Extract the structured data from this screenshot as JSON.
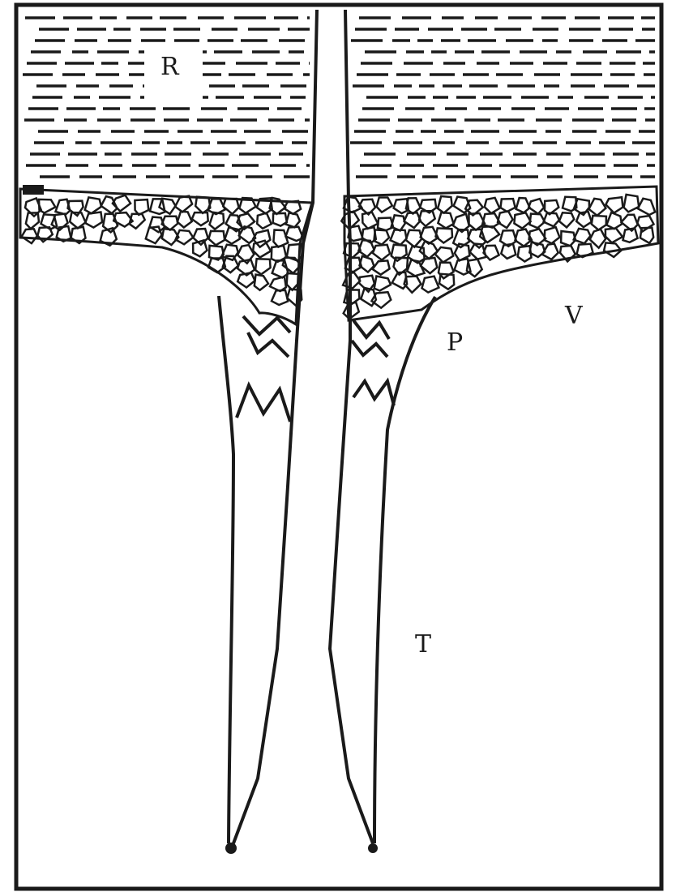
{
  "labels": {
    "R": "R",
    "V": "V",
    "P": "P",
    "T": "T"
  },
  "colors": {
    "ink": "#1a1a1a",
    "background": "#ffffff"
  }
}
